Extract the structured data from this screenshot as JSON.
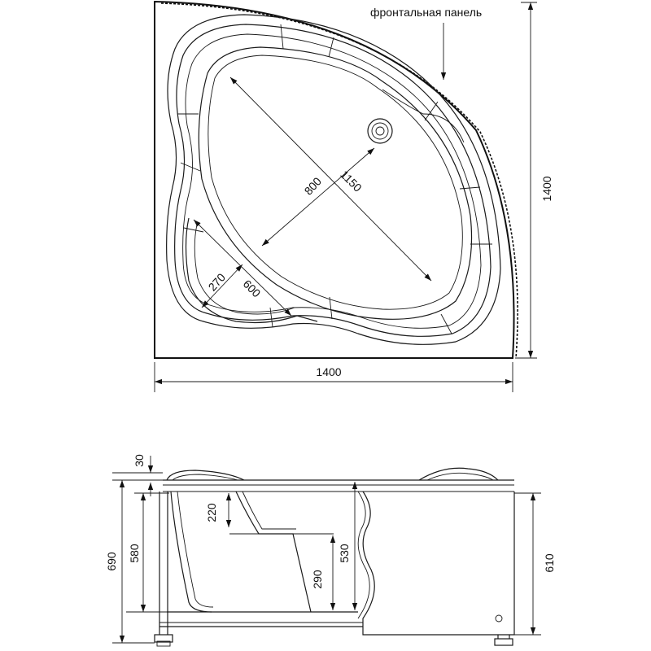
{
  "top_view": {
    "panel_label": "фронтальная панель",
    "width": "1400",
    "depth": "1400",
    "inner_short": "800",
    "inner_long": "1150",
    "seat_width": "270",
    "seat_length": "600"
  },
  "side_view": {
    "rim": "30",
    "total_height": "690",
    "inner_height": "580",
    "seat_height": "220",
    "step_height": "290",
    "bowl_depth": "530",
    "panel_height": "610"
  }
}
